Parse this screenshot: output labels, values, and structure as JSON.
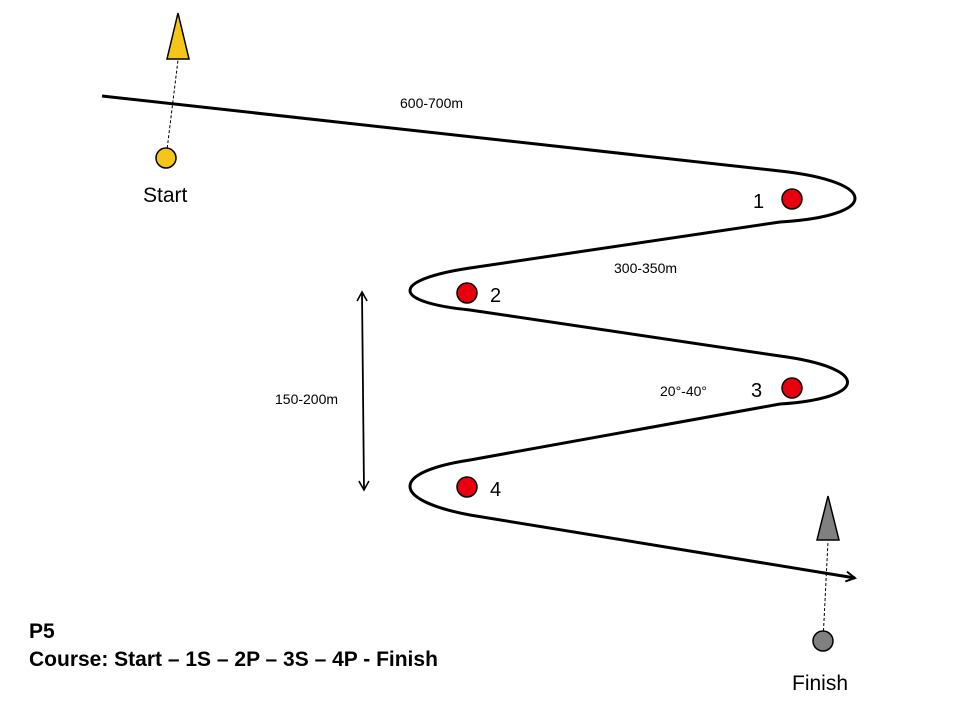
{
  "course": {
    "code": "P5",
    "description": "Course: Start – 1S – 2P – 3S – 4P - Finish"
  },
  "start": {
    "label": "Start"
  },
  "finish": {
    "label": "Finish"
  },
  "marks": [
    {
      "label": "1"
    },
    {
      "label": "2"
    },
    {
      "label": "3"
    },
    {
      "label": "4"
    }
  ],
  "annotations": {
    "first_leg": "600-700m",
    "leg_length": "300-350m",
    "leg_spacing": "150-200m",
    "angle": "20°-40°"
  },
  "colors": {
    "start_mark": "#F5C518",
    "finish_mark": "#808080",
    "course_mark": "#E8000F",
    "line": "#000000"
  }
}
